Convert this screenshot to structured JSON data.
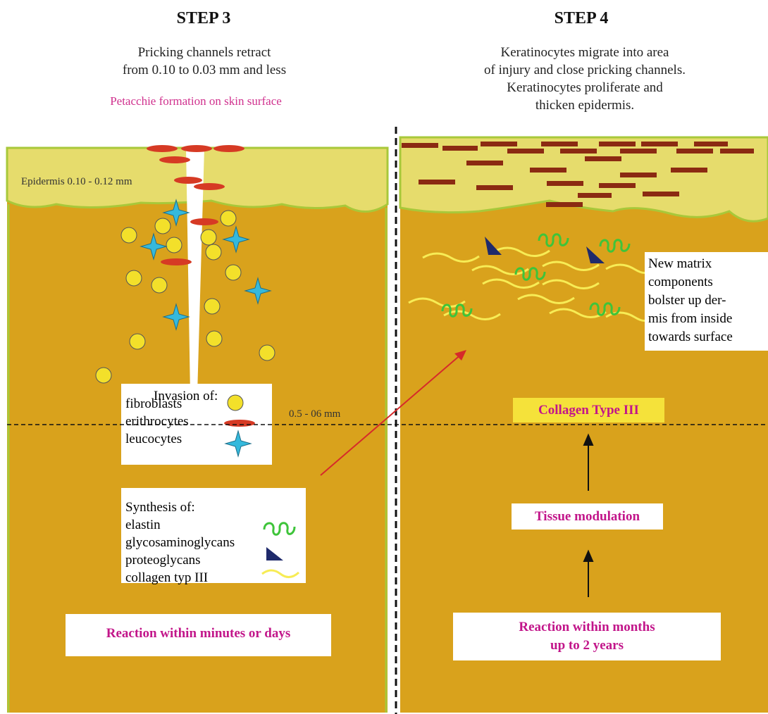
{
  "step3": {
    "title": "STEP 3",
    "desc_lines": [
      "Pricking channels retract",
      "from 0.10 to 0.03 mm and less"
    ],
    "petecchie": "Petacchie formation on skin surface",
    "epidermis_label": "Epidermis 0.10 - 0.12 mm",
    "invasion": {
      "heading": "Invasion of:",
      "items": [
        "fibroblasts",
        "erithrocytes",
        "leucocytes"
      ]
    },
    "depth_label": "0.5 - 06 mm",
    "synthesis": {
      "heading": "Synthesis of:",
      "items": [
        "elastin",
        "glycosaminoglycans",
        "proteoglycans",
        "collagen typ III"
      ]
    },
    "reaction": "Reaction within minutes or days"
  },
  "step4": {
    "title": "STEP 4",
    "desc_lines": [
      "Keratinocytes migrate into area",
      "of injury and close pricking channels.",
      "Keratinocytes proliferate and",
      "thicken epidermis."
    ],
    "matrix_note_lines": [
      "New matrix",
      "components",
      "bolster up der-",
      "mis from inside",
      "towards surface"
    ],
    "collagen_label": "Collagen Type III",
    "tissue_label": "Tissue modulation",
    "reaction_lines": [
      "Reaction within months",
      "up to 2 years"
    ]
  },
  "colors": {
    "dermis": "#d9a21c",
    "epidermis": "#e6dc6c",
    "fibroblast": "#f3e02a",
    "erythrocyte": "#d63a24",
    "leucocyte": "#35b9dc",
    "elastin": "#3ec43a",
    "proteoglycan": "#1f2a6b",
    "collagen": "#f7ec55",
    "keratinocyte": "#8b2a12",
    "accent": "#c2168a"
  }
}
